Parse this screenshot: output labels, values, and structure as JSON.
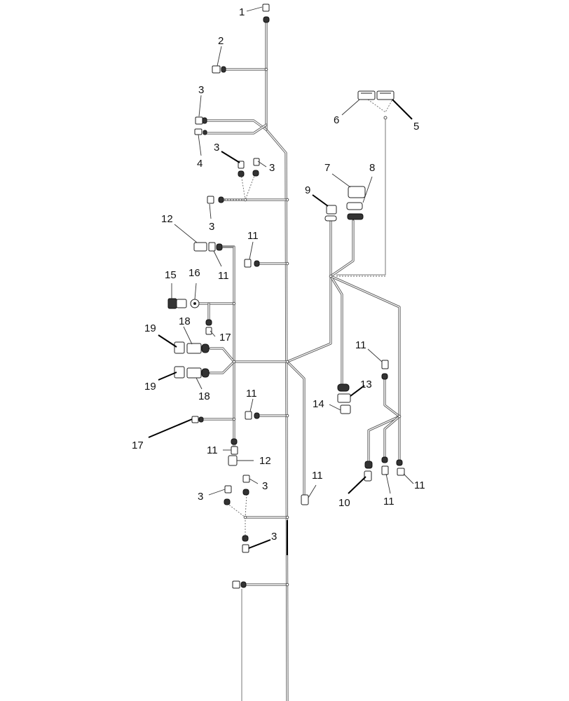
{
  "diagram": {
    "callouts": [
      {
        "id": "c1",
        "label": "1"
      },
      {
        "id": "c2",
        "label": "2"
      },
      {
        "id": "c3a",
        "label": "3"
      },
      {
        "id": "c4",
        "label": "4"
      },
      {
        "id": "c3b",
        "label": "3"
      },
      {
        "id": "c3c",
        "label": "3"
      },
      {
        "id": "c3d",
        "label": "3"
      },
      {
        "id": "c5",
        "label": "5"
      },
      {
        "id": "c6",
        "label": "6"
      },
      {
        "id": "c7",
        "label": "7"
      },
      {
        "id": "c8",
        "label": "8"
      },
      {
        "id": "c9",
        "label": "9"
      },
      {
        "id": "c12a",
        "label": "12"
      },
      {
        "id": "c11a",
        "label": "11"
      },
      {
        "id": "c11b",
        "label": "11"
      },
      {
        "id": "c15",
        "label": "15"
      },
      {
        "id": "c16",
        "label": "16"
      },
      {
        "id": "c17a",
        "label": "17"
      },
      {
        "id": "c19a",
        "label": "19"
      },
      {
        "id": "c18a",
        "label": "18"
      },
      {
        "id": "c19b",
        "label": "19"
      },
      {
        "id": "c18b",
        "label": "18"
      },
      {
        "id": "c11c",
        "label": "11"
      },
      {
        "id": "c13",
        "label": "13"
      },
      {
        "id": "c14",
        "label": "14"
      },
      {
        "id": "c11d",
        "label": "11"
      },
      {
        "id": "c17b",
        "label": "17"
      },
      {
        "id": "c11e",
        "label": "11"
      },
      {
        "id": "c12b",
        "label": "12"
      },
      {
        "id": "c3e",
        "label": "3"
      },
      {
        "id": "c3f",
        "label": "3"
      },
      {
        "id": "c11f",
        "label": "11"
      },
      {
        "id": "c10",
        "label": "10"
      },
      {
        "id": "c11g",
        "label": "11"
      },
      {
        "id": "c11h",
        "label": "11"
      },
      {
        "id": "c3g",
        "label": "3"
      }
    ]
  }
}
